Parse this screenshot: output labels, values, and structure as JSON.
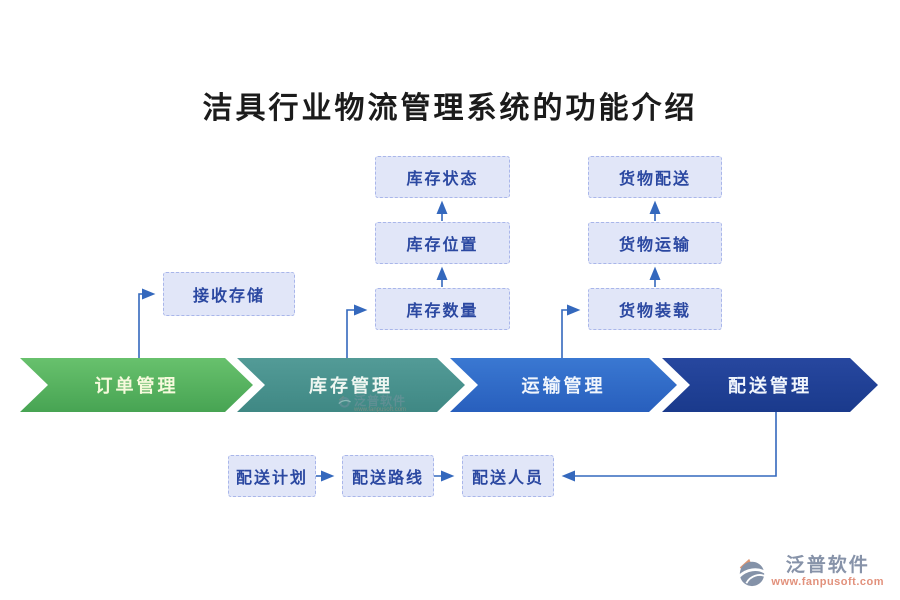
{
  "title": "洁具行业物流管理系统的功能介绍",
  "stages": [
    {
      "label": "订单管理",
      "color_top": "#68c16d",
      "color_bottom": "#47a453",
      "text_color": "#f6fadc"
    },
    {
      "label": "库存管理",
      "color_top": "#539b97",
      "color_bottom": "#3f8884",
      "text_color": "#eef6f1"
    },
    {
      "label": "运输管理",
      "color_top": "#3a78d2",
      "color_bottom": "#285fbd",
      "text_color": "#f0f5fc"
    },
    {
      "label": "配送管理",
      "color_top": "#27479f",
      "color_bottom": "#1a3a8c",
      "text_color": "#f0f5fc"
    }
  ],
  "flow": {
    "receive_label": "接收存储",
    "inventory_stack": [
      "库存状态",
      "库存位置",
      "库存数量"
    ],
    "cargo_stack": [
      "货物配送",
      "货物运输",
      "货物装载"
    ],
    "delivery_row": [
      "配送计划",
      "配送路线",
      "配送人员"
    ]
  },
  "brand": {
    "name": "泛普软件",
    "url": "www.fanpusoft.com",
    "name_color": "#8793a9",
    "url_color": "#e2917c",
    "icon_gray": "#8492a8",
    "icon_orange": "#dd9470"
  },
  "palette": {
    "connector": "#3468bd",
    "node_bg": "#e1e6f8",
    "node_border": "#a9b6ea",
    "node_text": "#2b48a1",
    "title_text": "#1b1b1b"
  }
}
